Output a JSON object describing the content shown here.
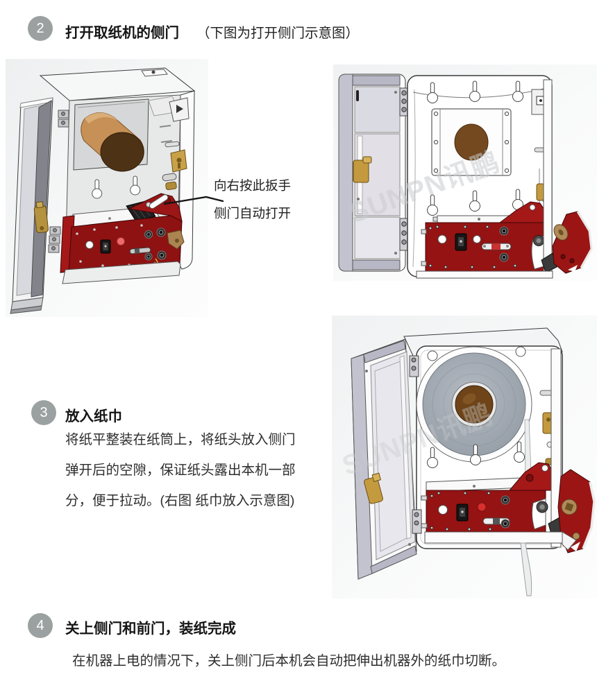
{
  "steps": [
    {
      "number": "2",
      "title": "打开取纸机的侧门",
      "subtitle": "（下图为打开侧门示意图）"
    },
    {
      "number": "3",
      "title": "放入纸巾",
      "body_lines": [
        "将纸平整装在纸筒上，将纸头放入侧门",
        "弹开后的空隙，保证纸头露出本机一部",
        "分，便于拉动。(右图 纸巾放入示意图)"
      ]
    },
    {
      "number": "4",
      "title": "关上侧门和前门，装纸完成",
      "body": "在机器上电的情况下，关上侧门后本机会自动把伸出机器外的纸巾切断。"
    }
  ],
  "annotation": {
    "line1": "向右按此扳手",
    "line2": "侧门自动打开"
  },
  "watermark": "SUNPN讯鹏",
  "colors": {
    "step_circle": "#9ba1a1",
    "mechanism_red": "#951313",
    "paper_core_brown": "#6e4418",
    "roll_gray": "#9aa3ac",
    "door_gray": "#c3c3d0",
    "gold": "#c49a3f"
  }
}
